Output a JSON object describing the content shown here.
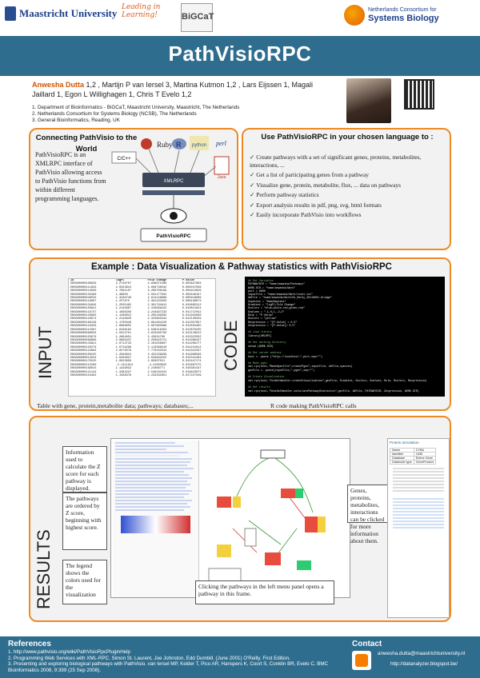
{
  "header": {
    "university": "Maastricht University",
    "leading": "Leading in Learning!",
    "bigcat": "BiGCaT",
    "nbic_line1": "Netherlands Consortium for",
    "nbic_line2": "Systems Biology",
    "title": "PathVisioRPC"
  },
  "authors": {
    "first": "Anwesha Dutta",
    "rest": " 1,2 , Martijn P van Iersel 3, Martina Kutmon 1,2 , Lars Eijssen 1, Magali Jaillard 1, Egon L Willighagen 1, Chris T Evelo 1,2",
    "affiliations": [
      "1.  Department of Bioinformatics - BiGCaT, Maastricht University, Maastricht, The Netherlands",
      "2.  Netherlands Consortium for Systems Biology (NCSB), The Netherlands",
      "3.  General Bioinformatics, Reading, UK"
    ]
  },
  "languages": {
    "title": "Connecting PathVisio to the World",
    "desc": "PathVisioRPC is an XMLRPC interface of PathVisio allowing access to PathVisio functions from within different programming languages.",
    "langs": [
      "Ruby",
      "R",
      "python",
      "perl",
      "C/C++",
      "Java"
    ],
    "xmlrpc": "XMLRPC",
    "box": "PathVisioRPC"
  },
  "use": {
    "title": "Use PathVisioRPC in your chosen language to :",
    "items": [
      "Create pathways with a set of significant genes, proteins, metabolites, interactions, ...",
      "Get a list of participating genes from a pathway",
      "Visualize gene, protein, metabolite, flux, ... data on pathways",
      "Perform pathway statistics",
      "Export analysis results in pdf, png, svg, html formats",
      "Easily incorporate PathVisio into workflows"
    ]
  },
  "example": {
    "title": "Example : Data Visualization & Pathway statistics with PathVisioRPC",
    "input_label": "INPUT",
    "code_label": "CODE",
    "table_header": [
      "ID",
      "logFC",
      "Fold Change",
      "P.Value"
    ],
    "table_rows": [
      [
        "ENSG00000109829",
        "2.2746707",
        "4.838671566",
        "0.003827903"
      ],
      [
        "ENSG00000111933",
        "2.0323613",
        "4.090738532",
        "0.004047508"
      ],
      [
        "ENSG00000213630",
        "1.7091107",
        "3.269706199",
        "0.004913829"
      ],
      [
        "ENSG00000133496",
        "1.36803",
        "2.581177834",
        "0.004849197"
      ],
      [
        "ENSG00000049532",
        "1.3430746",
        "2.814146898",
        "0.005618606"
      ],
      [
        "ENSG00000119987",
        "1.257875",
        "2.391433303",
        "0.008198873"
      ],
      [
        "ENSG00000134049",
        "1.2505492",
        "2.381794812",
        "0.010665312"
      ],
      [
        "ENSG00000150821",
        "1.2140907",
        "2.319999422",
        "0.010621624"
      ],
      [
        "ENSG00000116737",
        "1.1666358",
        "2.244997233",
        "0.011747042"
      ],
      [
        "ENSG00000120963",
        "1.1409013",
        "2.205199392",
        "0.011934566"
      ],
      [
        "ENSG00000129974",
        "1.2149620",
        "2.323863344",
        "0.012126329"
      ],
      [
        "ENSG00000196136",
        "1.1705046",
        "2.091464220",
        "0.012357097"
      ],
      [
        "ENSG00000119326",
        "1.0688055",
        "2.097665888",
        "0.013564495"
      ],
      [
        "ENSG00000115387",
        "1.0436162",
        "2.538216353",
        "0.012870235"
      ],
      [
        "ENSG00000089033",
        "1.5913751",
        "2.623285765",
        "0.013126522"
      ],
      [
        "ENSG00000103676",
        "1.2864951",
        "2.43034709",
        "0.013322502"
      ],
      [
        "ENSG00000069809",
        "2.0669437",
        "2.250925721",
        "0.014080437"
      ],
      [
        "ENSG00000143921",
        "1.0712743",
        "2.101028807",
        "0.014209177"
      ],
      [
        "ENSG00000120279",
        "1.0719299",
        "2.113369916",
        "0.014241012"
      ],
      [
        "ENSG00000122884",
        "2.6579578",
        "7.779232534",
        "0.014322297"
      ],
      [
        "ENSG00000100225",
        "1.2848824",
        "2.453239939",
        "0.014988596"
      ],
      [
        "ENSG00000013532",
        "1.0283027",
        "2.033992252",
        "0.015341404"
      ],
      [
        "ENSG00000170525",
        "1.0023659",
        "2.00397021",
        "0.015447174"
      ],
      [
        "ENSG00000115260",
        "-2.1411914",
        "-4.41083625",
        "0.015667575"
      ],
      [
        "ENSG00000169015",
        "1.1449032",
        "2.21066771",
        "0.016361447"
      ],
      [
        "ENSG00000121144",
        "1.3483237",
        "2.546161024",
        "0.016823072"
      ],
      [
        "ENSG00000110492",
        "1.1588378",
        "2.234332851",
        "0.017227349"
      ]
    ],
    "table_caption": "Table with gene, protein,metabolite data; pathways; databases;...",
    "code_lines": [
      "## Set Variables",
      "PATHWAYDIR = \"home/anwesha/Pathways\"",
      "WORK.DIR = \"home/anwesha/Work\"",
      "port = 6060",
      "inputFile = \"home/anwesha/Work/rcodi.txt\"",
      "dbFile = \"home/anwesha/Work/Hs_Derby_20110601.bridge\"",
      "#species = \"HomoSapiens\"",
      "Gradient = \"logFC,Fold Change\"",
      "Gcolors = \"blue,white,red,green,red\"",
      "Gvalues = \"-1,0,1,-2,2\"",
      "Rule = \"P.Value\"",
      "Rcolors = \"yellow\"",
      "Rexpression = \"[P.Value] < 0.5\"",
      "Zexpression = \"[P.Value]< 0.5\"",
      "",
      "## Load library",
      "library(XMLRPC)",
      "",
      "## Set working directory",
      "setwd (WORK.DIR)",
      "",
      "## Set server address",
      "host <- paste (\"http://localhost:\",port,sep=\"\")",
      "",
      "## Make pgex",
      "xml.rpc(host,\"MakeHpexfile\",createPgex\",inputFile, dbFile,species)",
      "gexFile <- paste(inputFile,\".pgex\",sep=\"\")",
      "",
      "## Create Visualization",
      "xml.rpc(host,\"VisXmlHandler.createVisualization\",gexFile, Gradient, Gcolors, Gvalues, Rule, Rcolors, Rexpression)",
      "",
      "## Get results",
      "xml.rpc(host,\"StatXmlHandler.calculatePathwayStatistics\",gexFile, dbFile, PATHWAYDIR, Zexpression, WORK.DIR)"
    ],
    "code_caption": "R code making PathVisioRPC calls"
  },
  "results": {
    "label": "RESULTS",
    "notes": [
      "Information used to calculate the Z score for each pathway is displayed.",
      "The pathways are ordered by Z score, beginning with highest score.",
      "The legend shows the colors used for the visualization",
      "Genes, proteins, metabolites, interactions can be clicked for more information about them.",
      "Clicking  the pathways in the left menu panel opens a pathway in this frame."
    ],
    "info_title": "Protein annotation",
    "info_rows": [
      "Name",
      "Identifier",
      "Database",
      "Datanode type"
    ],
    "info_vals": [
      "CYBA",
      "1535",
      "Entrez Gene",
      "GeneProduct"
    ]
  },
  "references": {
    "title": "References",
    "items": [
      "1.  http://www.pathvisio.org/wiki/PathVisioRpcPluginHelp",
      "2.  Programming Web Services with XML-RPC. Simon St. Laurent, Joe Johnston, Edd Dumbill. (June 2001) O'Reilly. First Edition.",
      "3.  Presenting and exploring biological pathways with PathVisio. van Iersel MP, Kelder T, Pico AR, Hanspers K, Coort S, Conklin BR, Evelo C. BMC Bioinformatics 2008, 9:399 (25 Sep 2008)."
    ],
    "contact_title": "Contact",
    "email": "anwesha.dutta@maastrichtuniversity.nl",
    "blog": "http://datanalyzer.blogspot.be/"
  },
  "colors": {
    "banner": "#2e6d8e",
    "accent": "#ee8a24",
    "author": "#d35400"
  }
}
